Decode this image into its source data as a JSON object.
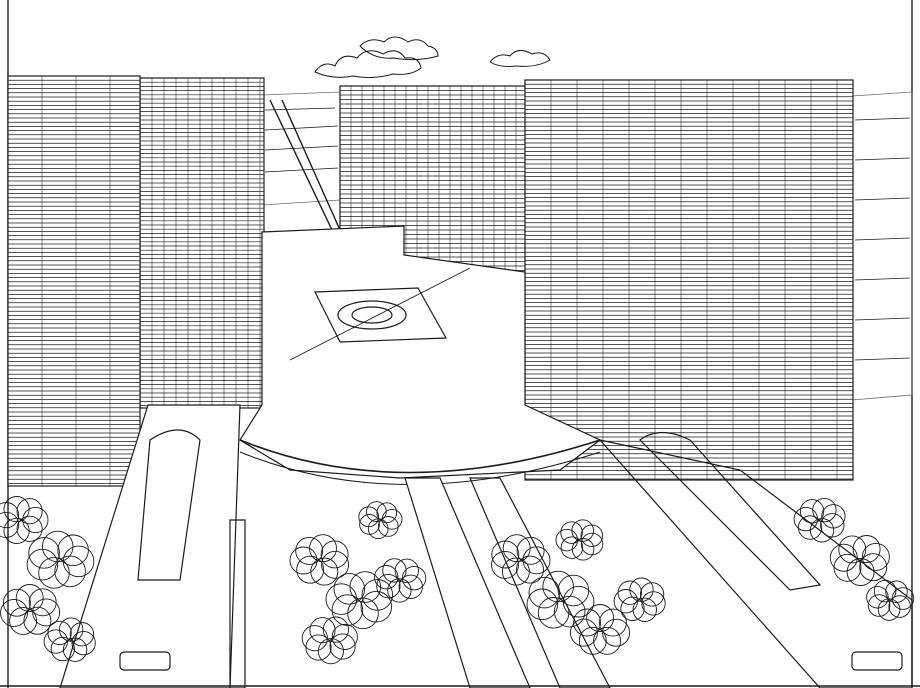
{
  "scene": {
    "subject": "line-drawing-city-plan",
    "colors": {
      "paper": "#ffffff",
      "ink": "#1a1a1a",
      "ink_light": "#6a6a6a"
    },
    "elements": [
      "tower-left",
      "tower-left-back",
      "tower-center-back",
      "tower-right",
      "plaza",
      "helipad",
      "boulevards",
      "trees",
      "clouds",
      "background-city"
    ]
  }
}
